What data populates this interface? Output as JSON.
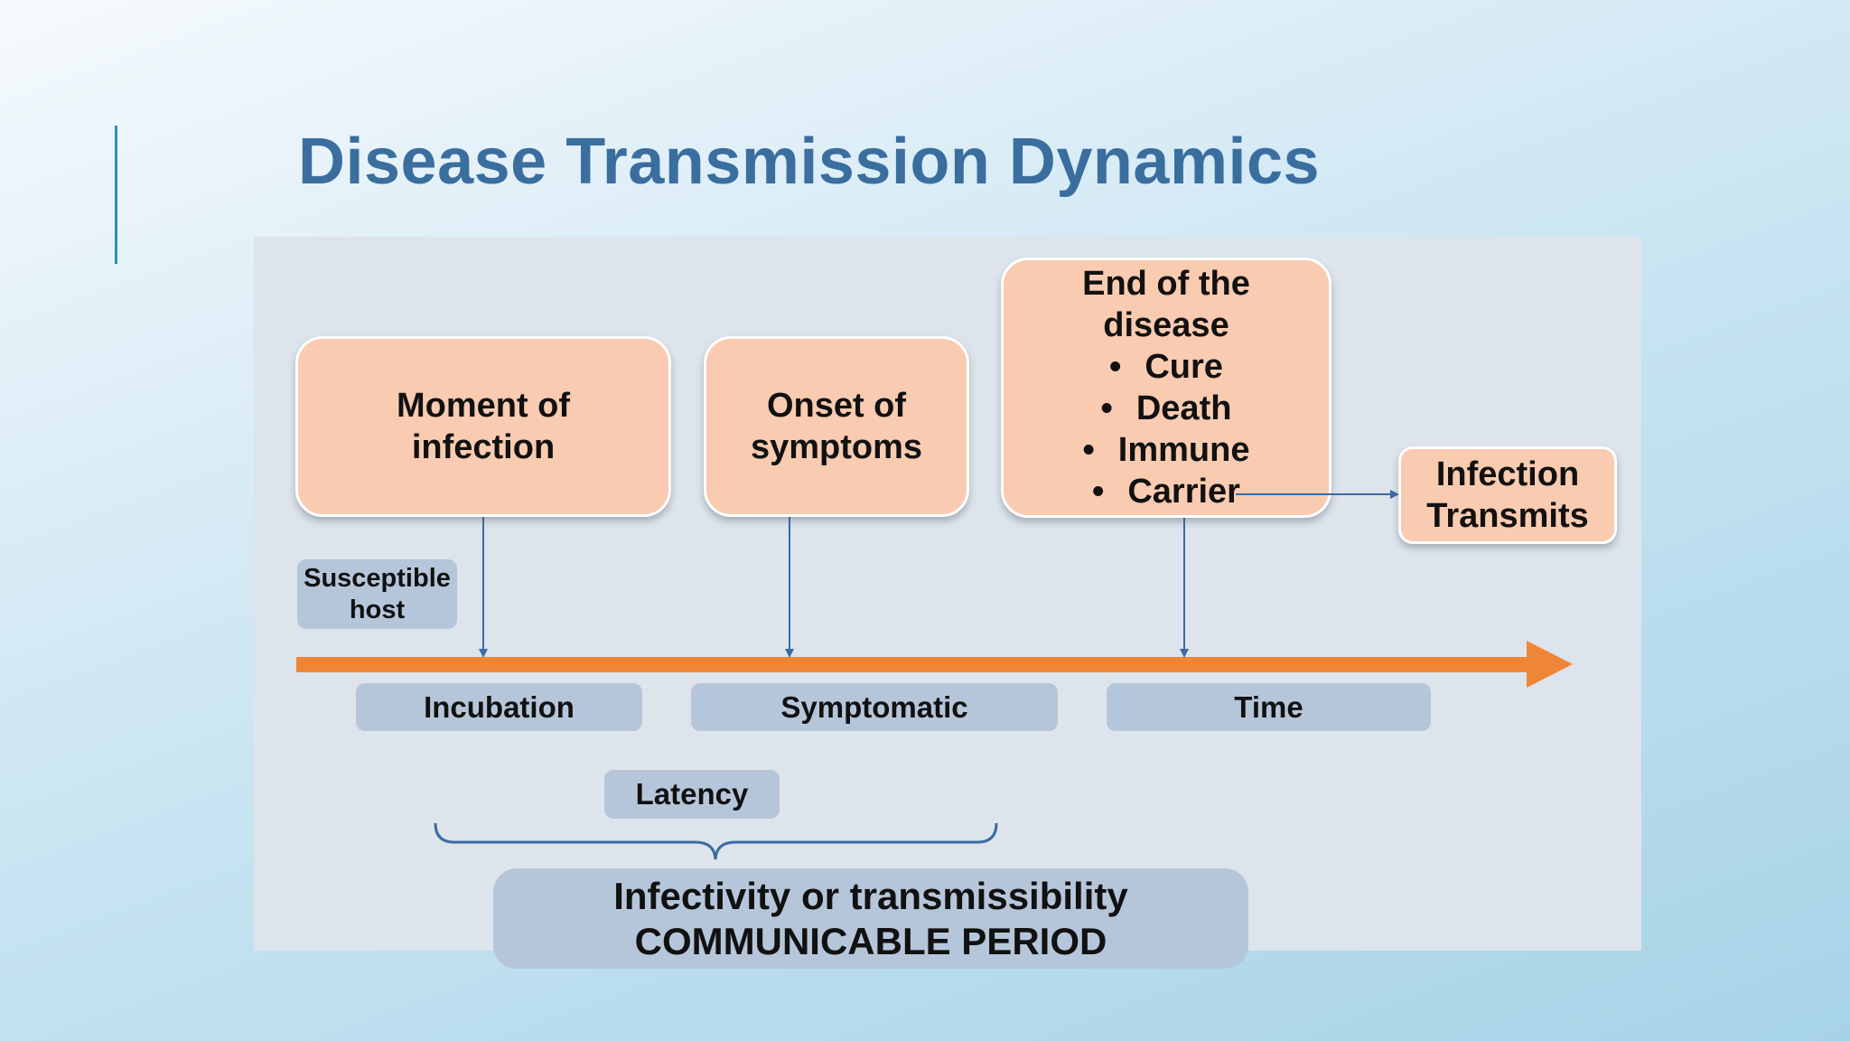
{
  "slide": {
    "title": "Disease Transmission Dynamics"
  },
  "events": {
    "infection": {
      "line1": "Moment of",
      "line2": "infection"
    },
    "symptoms": {
      "line1": "Onset of",
      "line2": "symptoms"
    },
    "end": {
      "line1": "End of the",
      "line2": "disease",
      "outcomes": [
        "Cure",
        "Death",
        "Immune",
        "Carrier"
      ]
    },
    "transmits": {
      "line1": "Infection",
      "line2": "Transmits"
    }
  },
  "labels": {
    "susceptible": {
      "line1": "Susceptible",
      "line2": "host"
    },
    "incubation": "Incubation",
    "symptomatic": "Symptomatic",
    "time": "Time",
    "latency": "Latency",
    "communicable": {
      "line1": "Infectivity or transmissibility",
      "line2": "COMMUNICABLE PERIOD"
    }
  },
  "colors": {
    "title": "#3a6e9f",
    "event_fill": "#f9cbb1",
    "label_fill": "#b6c6da",
    "timeline": "#ef8536",
    "connector": "#3a6ba4"
  }
}
